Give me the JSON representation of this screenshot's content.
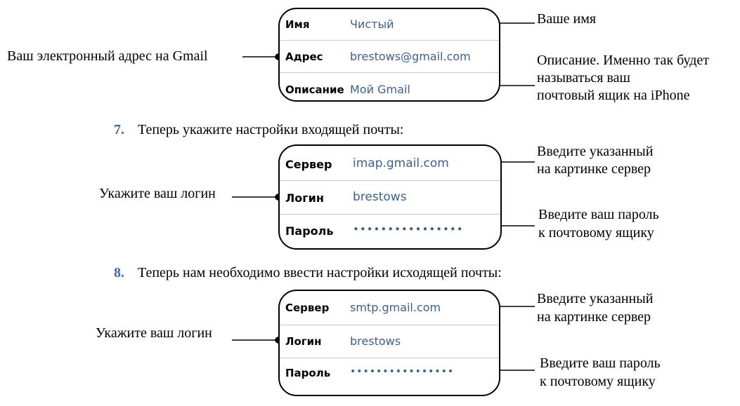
{
  "account": {
    "rows": [
      {
        "label": "Имя",
        "value": "Чистый"
      },
      {
        "label": "Адрес",
        "value": "brestows@gmail.com"
      },
      {
        "label": "Описание",
        "value": "Мой Gmail"
      }
    ],
    "note_name": "Ваше имя",
    "note_address": "Ваш электронный адрес на Gmail",
    "note_description": [
      "Описание. Именно так будет",
      "называться ваш",
      "почтовый ящик на iPhone"
    ]
  },
  "incoming": {
    "step_number": "7.",
    "step_text": "Теперь укажите настройки входящей почты:",
    "rows": [
      {
        "label": "Сервер",
        "value": "imap.gmail.com"
      },
      {
        "label": "Логин",
        "value": "brestows"
      },
      {
        "label": "Пароль",
        "value": "••••••••••••••••"
      }
    ],
    "note_server": [
      "Введите указанный",
      "на картинке сервер"
    ],
    "note_login": "Укажите ваш логин",
    "note_password": [
      "Введите ваш пароль",
      "к почтовому ящику"
    ]
  },
  "outgoing": {
    "step_number": "8.",
    "step_text": "Теперь нам необходимо ввести настройки исходящей почты:",
    "rows": [
      {
        "label": "Сервер",
        "value": "smtp.gmail.com"
      },
      {
        "label": "Логин",
        "value": "brestows"
      },
      {
        "label": "Пароль",
        "value": "••••••••••••••••"
      }
    ],
    "note_server": [
      "Введите указанный",
      "на картинке сервер"
    ],
    "note_login": "Укажите ваш логин",
    "note_password": [
      "Введите ваш пароль",
      "к почтовому ящику"
    ]
  }
}
